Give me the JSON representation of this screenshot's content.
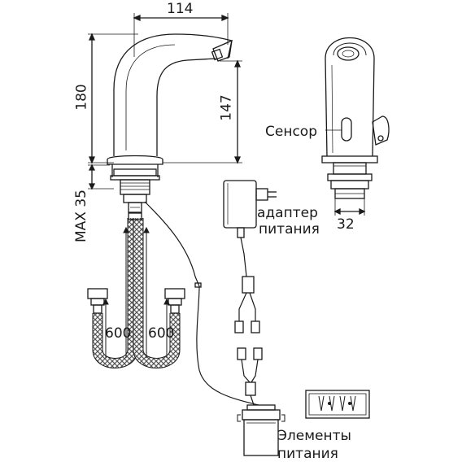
{
  "dimensions": {
    "width": "114",
    "height": "180",
    "spout_height": "147",
    "max_thickness": "MAX 35",
    "hose_left": "600",
    "hose_right": "600",
    "sensor_body": "32"
  },
  "labels": {
    "sensor": "Сенсор",
    "adapter_line1": "адаптер",
    "adapter_line2": "питания",
    "battery_line1": "Элементы",
    "battery_line2": "питания"
  },
  "colors": {
    "line": "#1a1a1a",
    "hose_fill": "#9a9a9a",
    "background": "#ffffff"
  }
}
